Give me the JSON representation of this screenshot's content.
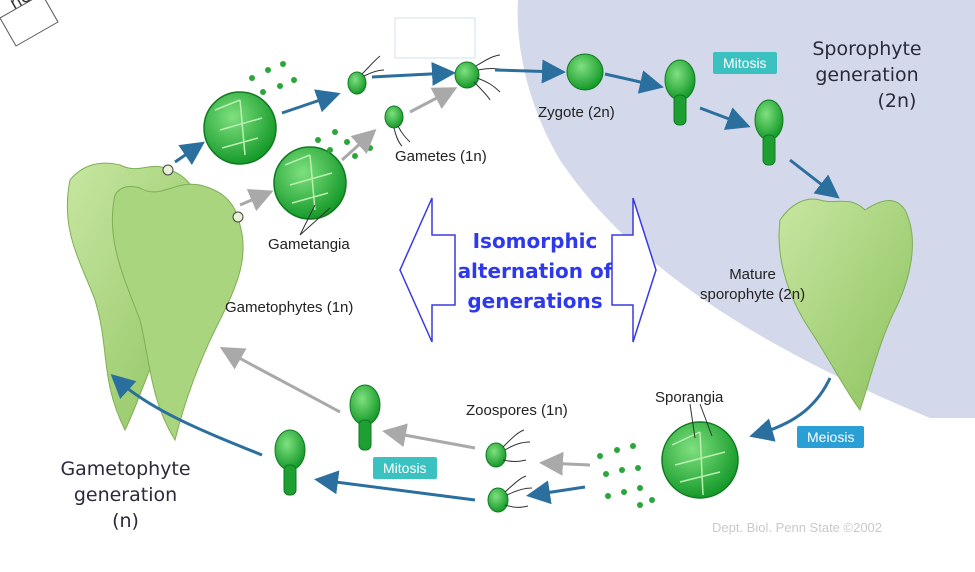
{
  "corner_stamp": "ne",
  "labels": {
    "sporophyte_generation": [
      "Sporophyte",
      "generation",
      "(2n)"
    ],
    "gametophyte_generation": [
      "Gametophyte",
      "generation",
      "(n)"
    ],
    "zygote": "Zygote (2n)",
    "gametes": "Gametes (1n)",
    "gametangia": "Gametangia",
    "gametophytes": "Gametophytes (1n)",
    "mature_sporophyte": [
      "Mature",
      "sporophyte (2n)"
    ],
    "zoospores": "Zoospores (1n)",
    "sporangia": "Sporangia",
    "center_title": [
      "Isomorphic",
      "alternation of",
      "generations"
    ],
    "credit": "Dept. Biol. Penn State ©2002"
  },
  "badges": {
    "mitosis_top": "Mitosis",
    "meiosis": "Meiosis",
    "mitosis_bottom": "Mitosis"
  },
  "colors": {
    "sporophyte_region": "#d3d9ea",
    "arrow_blue": "#2a6f9e",
    "arrow_gray": "#a9a9a9",
    "badge_teal": "#3cc1c1",
    "badge_blue": "#2a9fd6",
    "title_blue": "#2e39ee",
    "outline_arrow": "#3a3ae0",
    "cell_green": "#22a834",
    "leaf_green": "#9ccf6f"
  }
}
